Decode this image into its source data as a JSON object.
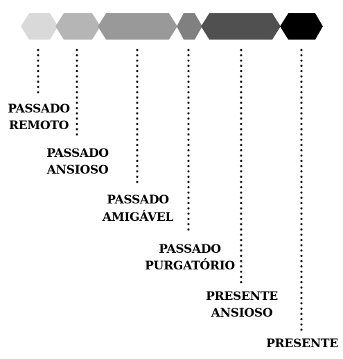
{
  "stages": [
    {
      "line1": "PASSADO",
      "line2": "REMOTO",
      "color": "#d9d9d9"
    },
    {
      "line1": "PASSADO",
      "line2": "ANSIOSO",
      "color": "#b5b5b5"
    },
    {
      "line1": "PASSADO",
      "line2": "AMIGÁVEL",
      "color": "#999999"
    },
    {
      "line1": "PASSADO",
      "line2": "PURGATÓRIO",
      "color": "#808080"
    },
    {
      "line1": "PRESENTE",
      "line2": "ANSIOSO",
      "color": "#505050"
    },
    {
      "line1": "PRESENTE",
      "line2": "",
      "color": "#000000"
    }
  ]
}
